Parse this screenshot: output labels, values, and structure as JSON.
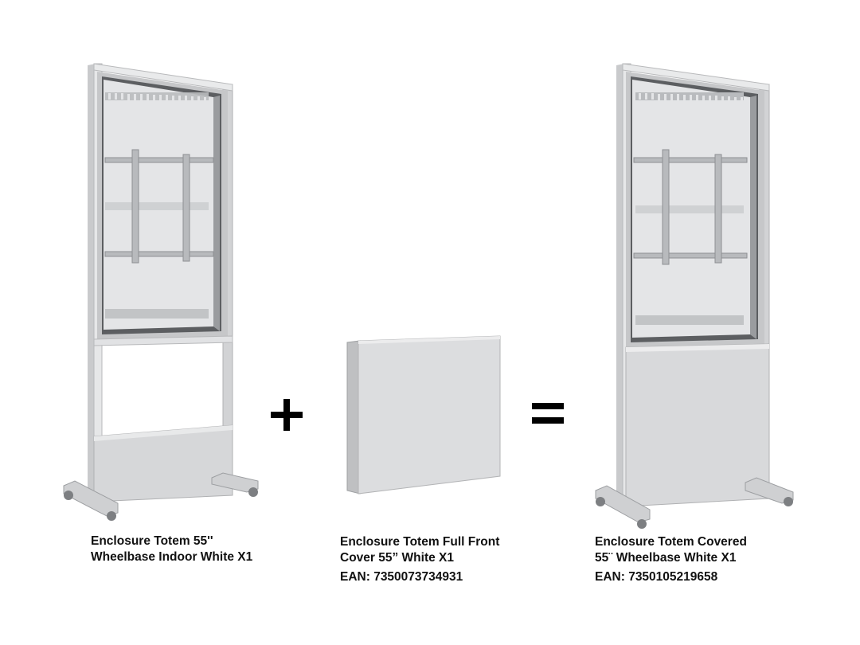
{
  "products": [
    {
      "name_line1": "Enclosure Totem 55''",
      "name_line2": "Wheelbase Indoor White X1"
    },
    {
      "name_line1": "Enclosure Totem Full Front",
      "name_line2": "Cover 55” White X1",
      "ean": "EAN: 7350073734931"
    },
    {
      "name_line1": "Enclosure Totem Covered",
      "name_line2": "55¨ Wheelbase White X1",
      "ean": "EAN: 7350105219658"
    }
  ],
  "operators": {
    "plus": "+",
    "equals": "="
  },
  "colors": {
    "frame": "#d9dadc",
    "frame_dark": "#a9abae",
    "panel": "#dcdddf",
    "text": "#111111"
  }
}
